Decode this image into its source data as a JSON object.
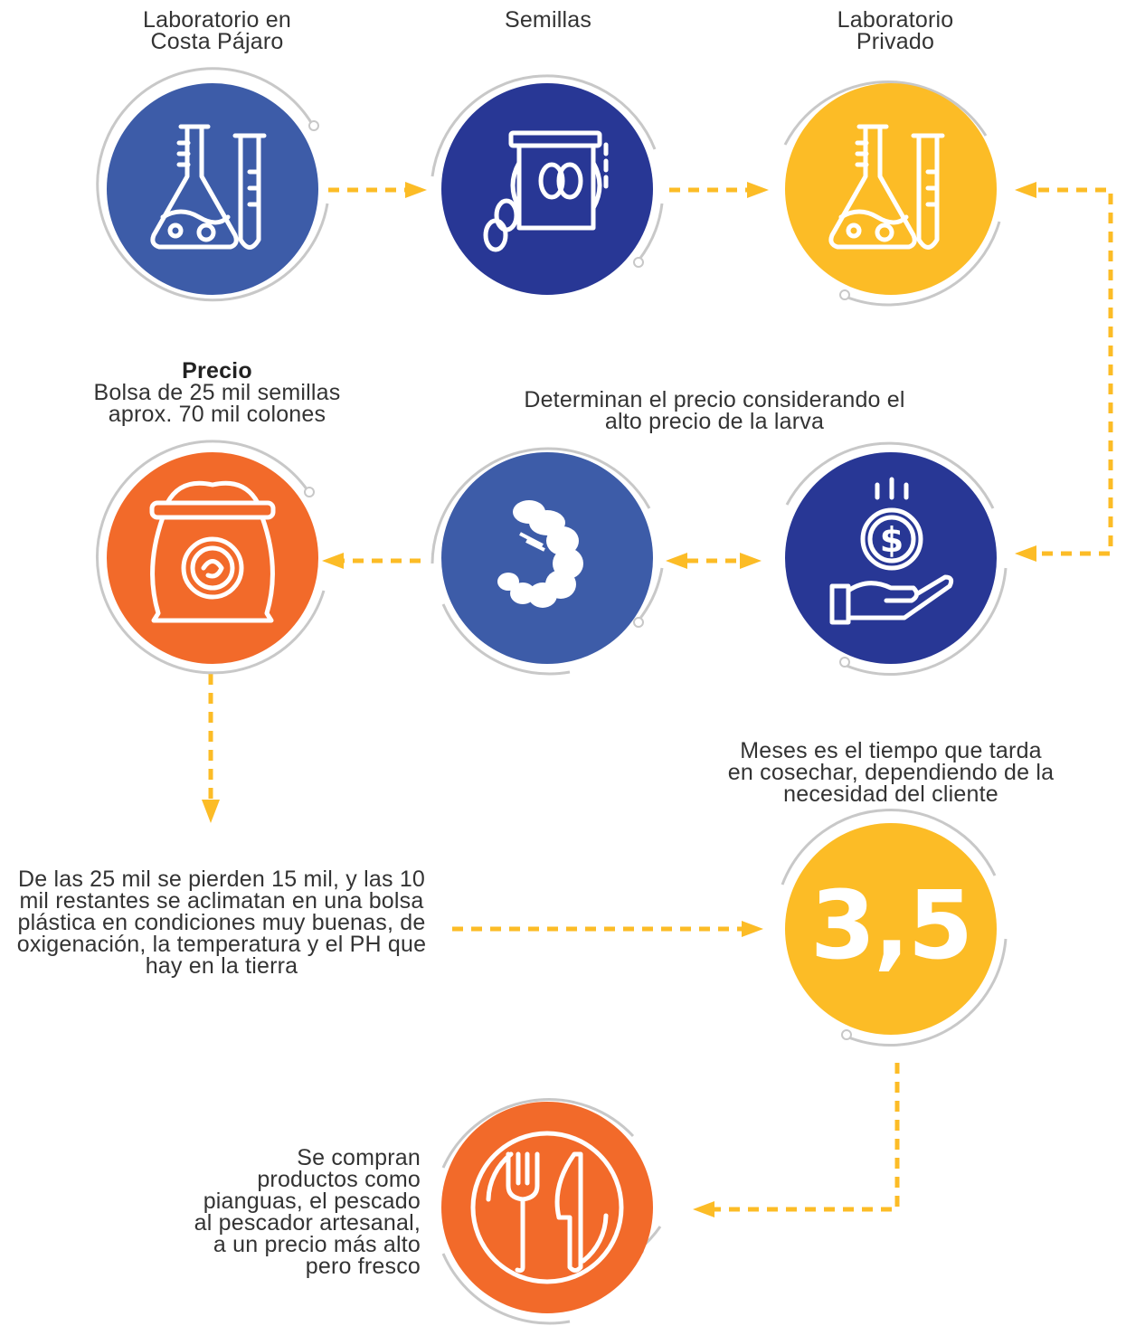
{
  "colors": {
    "blue_mid": "#3d5ca8",
    "blue_dark": "#283795",
    "yellow": "#fcbc26",
    "orange": "#f26a2a",
    "ring": "#c8c8c8",
    "arrow": "#fcbc26"
  },
  "nodes": {
    "lab_costa_pajaro": {
      "label_lines": [
        "Laboratorio en",
        "Costa Pájaro"
      ],
      "icon": "lab-flask-icon",
      "color": "blue_mid"
    },
    "semillas": {
      "label_lines": [
        "Semillas"
      ],
      "icon": "seed-bag-icon",
      "color": "blue_dark"
    },
    "lab_privado": {
      "label_lines": [
        "Laboratorio",
        "Privado"
      ],
      "icon": "lab-flask-icon",
      "color": "yellow"
    },
    "precio": {
      "title": "Precio",
      "label_lines": [
        "Bolsa de 25 mil semillas",
        "aprox. 70 mil colones"
      ],
      "icon": "larva-sack-icon",
      "color": "orange"
    },
    "larva": {
      "label_lines": [
        "Determinan el precio considerando el",
        "alto precio de la larva"
      ],
      "icon": "shrimp-larva-icon",
      "color": "blue_mid"
    },
    "money": {
      "label_lines": [],
      "icon": "money-hand-icon",
      "color": "blue_dark"
    },
    "meses": {
      "value": "3,5",
      "label_lines": [
        "Meses es el tiempo que tarda",
        "en cosechar, dependiendo de la",
        "necesidad del cliente"
      ],
      "color": "yellow"
    },
    "aclimatan": {
      "label_lines": [
        "De las 25 mil se pierden 15 mil, y las 10",
        "mil restantes se aclimatan en una bolsa",
        "plástica en condiciones muy buenas, de",
        "oxigenación, la temperatura y el PH que",
        "hay en la tierra"
      ]
    },
    "compra": {
      "label_lines": [
        "Se compran",
        "productos como",
        "pianguas, el pescado",
        "al pescador artesanal,",
        "a un precio más alto",
        "pero fresco"
      ],
      "icon": "cutlery-plate-icon",
      "color": "orange"
    }
  }
}
